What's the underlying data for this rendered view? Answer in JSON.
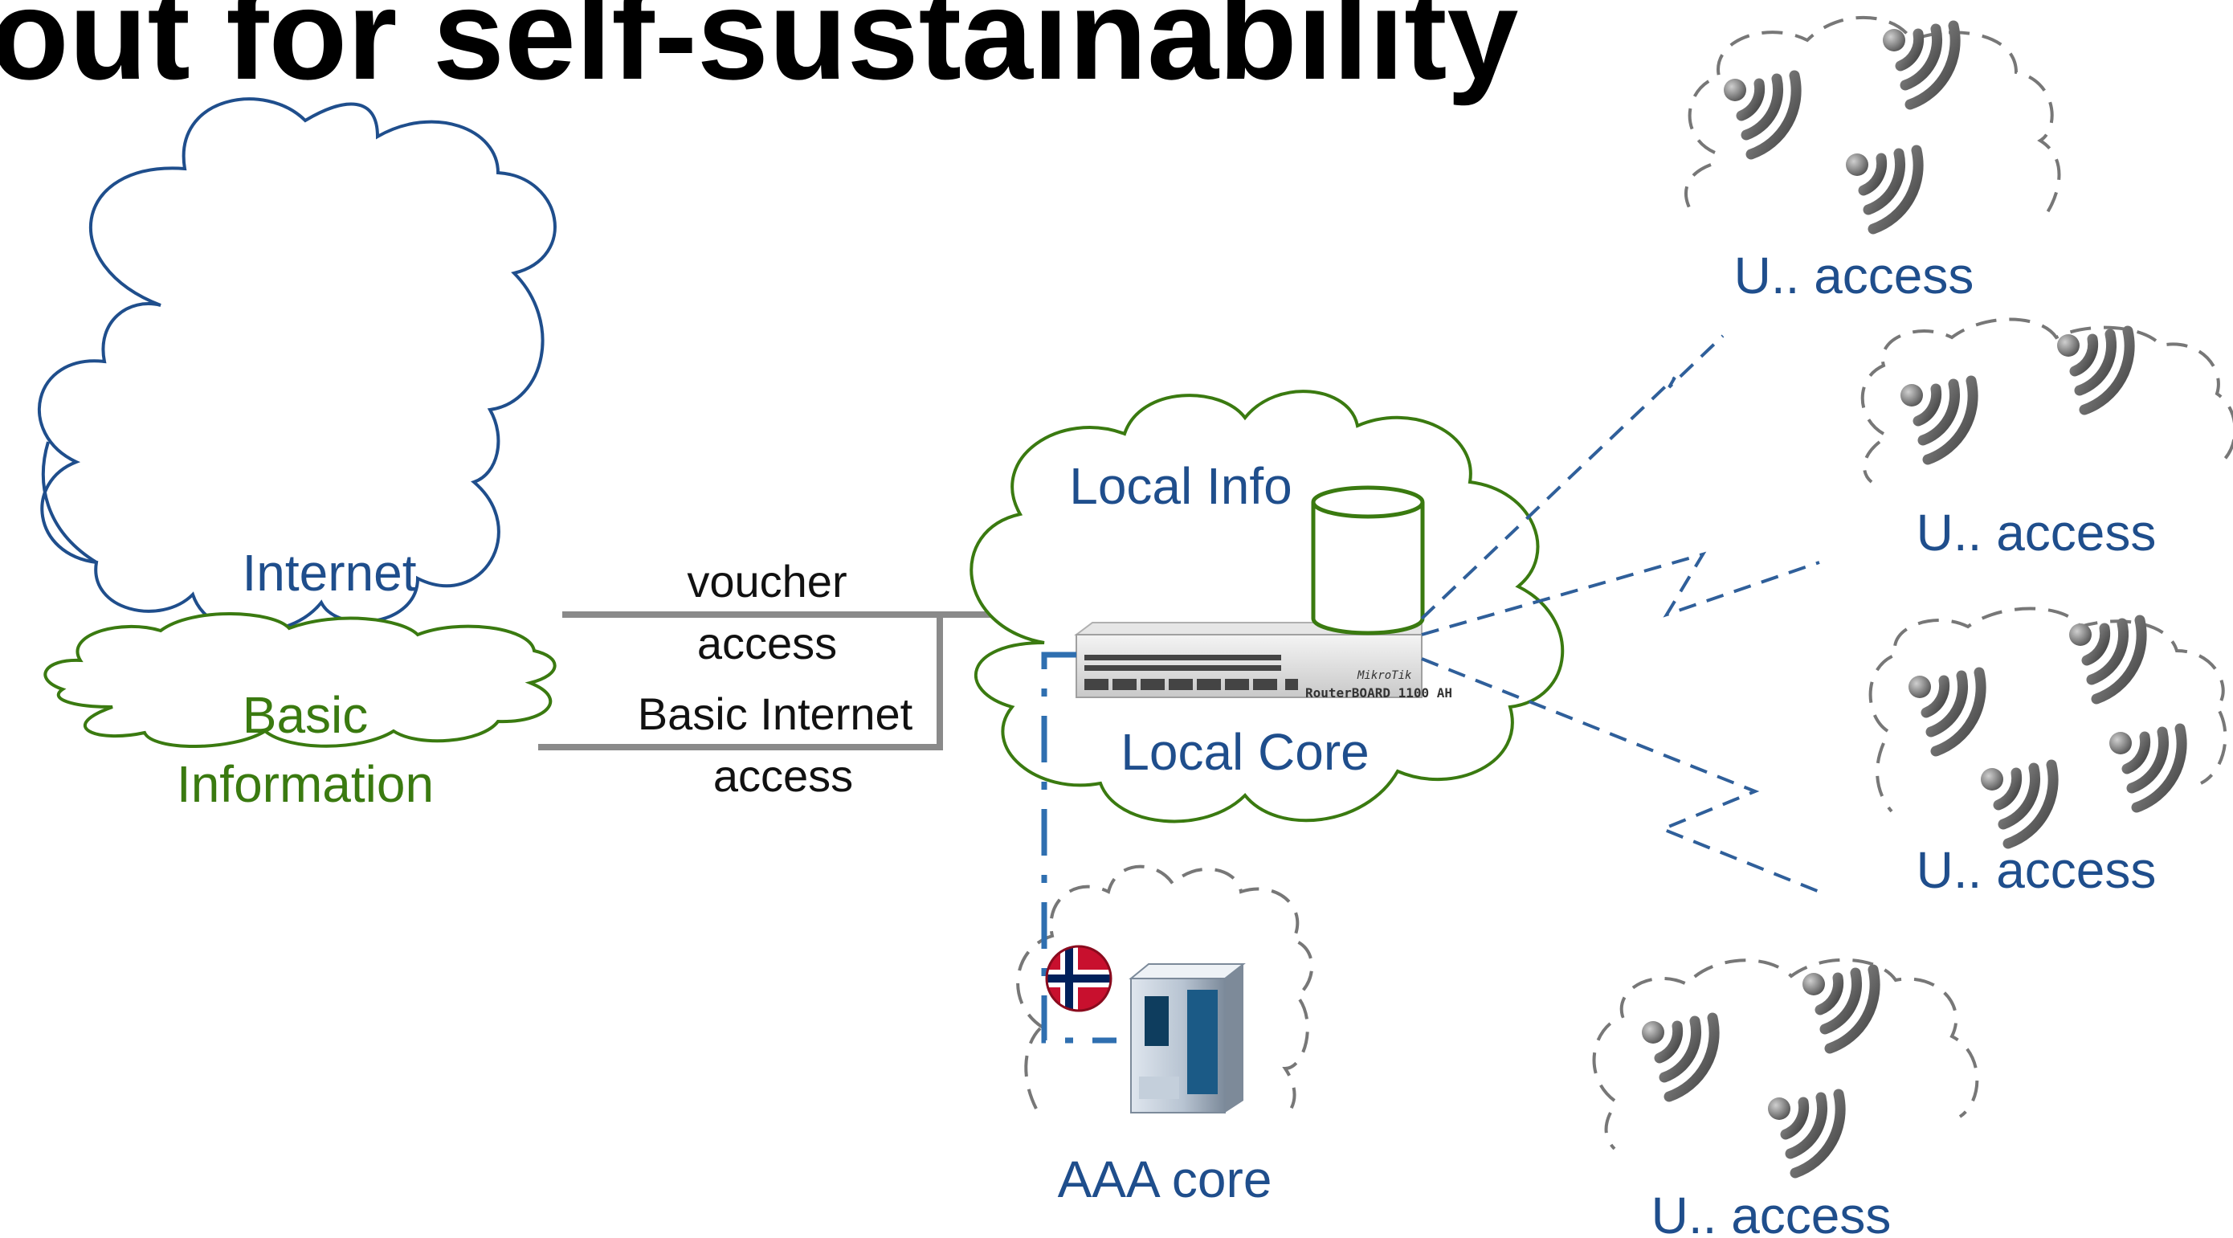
{
  "slide": {
    "title": "out for self-sustainability"
  },
  "clouds": {
    "internet": "Internet",
    "basic_information": [
      "Basic",
      "Information"
    ],
    "local_info": "Local Info",
    "local_core": "Local Core",
    "aaa_core": "AAA core"
  },
  "links": {
    "voucher": [
      "voucher",
      "access"
    ],
    "basic_internet": [
      "Basic Internet",
      "access"
    ]
  },
  "access_clouds": [
    {
      "label": "U.. access"
    },
    {
      "label": "U.. access"
    },
    {
      "label": "U.. access"
    },
    {
      "label": "U.. access"
    }
  ],
  "device": {
    "router_model": "RouterBOARD 1100 AH",
    "router_brand": "MikroTik"
  },
  "icons": [
    "wifi-signal-icon",
    "database-icon",
    "router-icon",
    "server-icon",
    "norway-flag-icon"
  ],
  "colors": {
    "blue_text": "#1f4e8c",
    "green_text": "#3a7a10",
    "link_gray": "#8a8a8a",
    "dashed_blue": "#2f5f9a",
    "dashed_gray": "#777777"
  }
}
